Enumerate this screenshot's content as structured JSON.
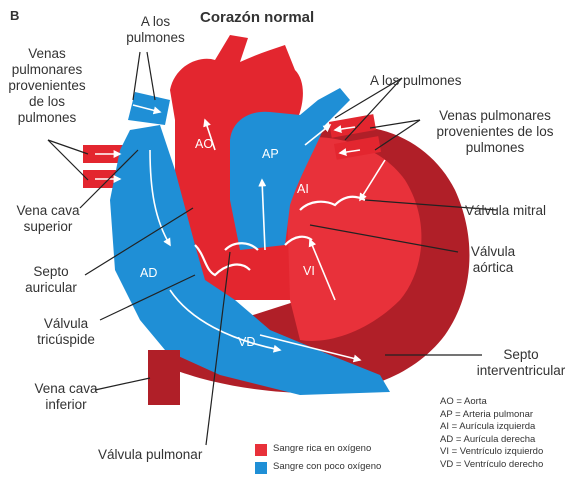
{
  "figure_letter": "B",
  "title": "Corazón normal",
  "labels": {
    "a_los_pulmones_left": "A los pulmones",
    "a_los_pulmones_right": "A los pulmones",
    "venas_pulm_left": "Venas pulmonares provenientes de los pulmones",
    "venas_pulm_right": "Venas pulmonares provenientes de los pulmones",
    "vena_cava_superior": "Vena cava superior",
    "septo_auricular": "Septo auricular",
    "valvula_tricuspide": "Válvula tricúspide",
    "vena_cava_inferior": "Vena cava inferior",
    "valvula_pulmonar": "Válvula pulmonar",
    "valvula_mitral": "Válvula mitral",
    "valvula_aortica": "Válvula aórtica",
    "septo_interventricular": "Septo interventricular"
  },
  "chambers": {
    "ao": "AO",
    "ap": "AP",
    "ai": "AI",
    "ad": "AD",
    "vi": "VI",
    "vd": "VD"
  },
  "abbreviations": [
    "AO = Aorta",
    "AP = Arteria pulmonar",
    "AI = Aurícula izquierda",
    "AD = Aurícula derecha",
    "VI = Ventrículo izquierdo",
    "VD = Ventrículo derecho"
  ],
  "legend": [
    {
      "color": "#e8313a",
      "label": "Sangre rica en oxígeno"
    },
    {
      "color": "#1f8fd6",
      "label": "Sangre con poco oxígeno"
    }
  ]
}
